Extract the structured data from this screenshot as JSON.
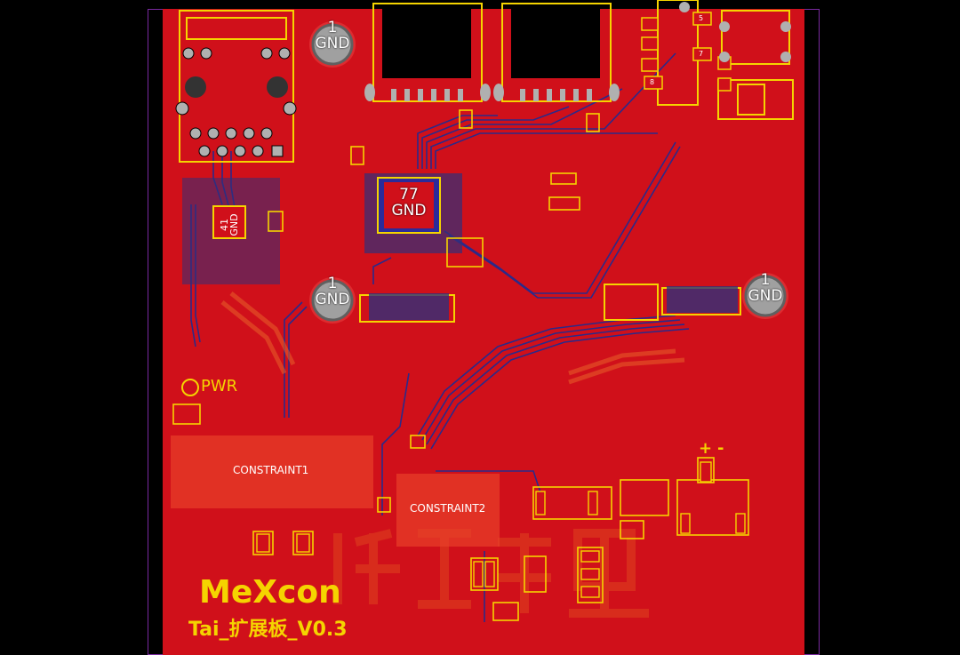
{
  "brand": "MeXcon",
  "board_name": "Tai_扩展板_V0.3",
  "pwr_label": "PWR",
  "gnd_mounts": [
    {
      "pin": "1",
      "net": "GND"
    },
    {
      "pin": "1",
      "net": "GND"
    },
    {
      "pin": "1",
      "net": "GND"
    }
  ],
  "chip_main": {
    "pin": "77",
    "net": "GND"
  },
  "chip_eth": {
    "pin": "41",
    "net": "GND"
  },
  "constraints": [
    "CONSTRAINT1",
    "CONSTRAINT2"
  ],
  "polarity": {
    "plus": "+",
    "minus": "-"
  },
  "pin_numbers": [
    "5",
    "7",
    "8"
  ],
  "colors": {
    "copper": "#d0101a",
    "silkscreen": "#f5d400",
    "trace": "#2a2a8a",
    "outline": "#7a2aa0"
  }
}
